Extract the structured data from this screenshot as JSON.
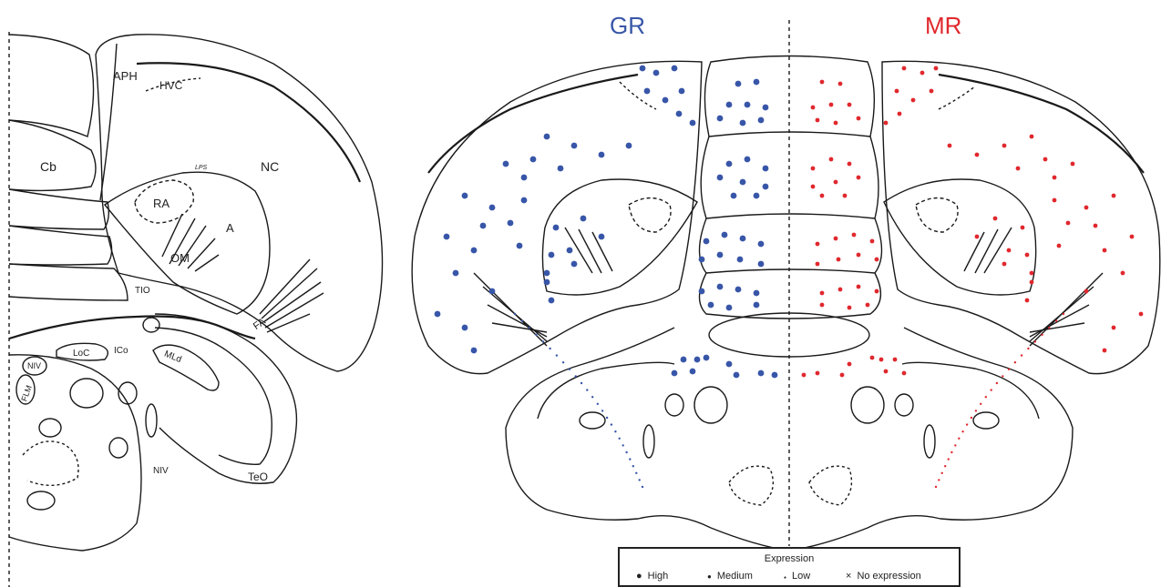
{
  "titles": {
    "gr": "GR",
    "mr": "MR"
  },
  "colors": {
    "gr": "#3856a8",
    "mr": "#e0282e",
    "line": "#1a1a1a"
  },
  "labels": {
    "cb": "Cb",
    "aph": "APH",
    "hvc": "HVC",
    "nc": "NC",
    "lps": "LPS",
    "ra": "RA",
    "a": "A",
    "om": "OM",
    "tio": "TIO",
    "fa": "FA",
    "locus": "LoC",
    "ico": "ICo",
    "mld": "MLd",
    "niv_top": "NIV",
    "flm": "FLM",
    "niv_bottom": "NIV",
    "teo": "TeO"
  },
  "legend": {
    "title": "Expression",
    "high": "High",
    "medium": "Medium",
    "low": "Low",
    "none": "No expression",
    "none_symbol": "×"
  }
}
